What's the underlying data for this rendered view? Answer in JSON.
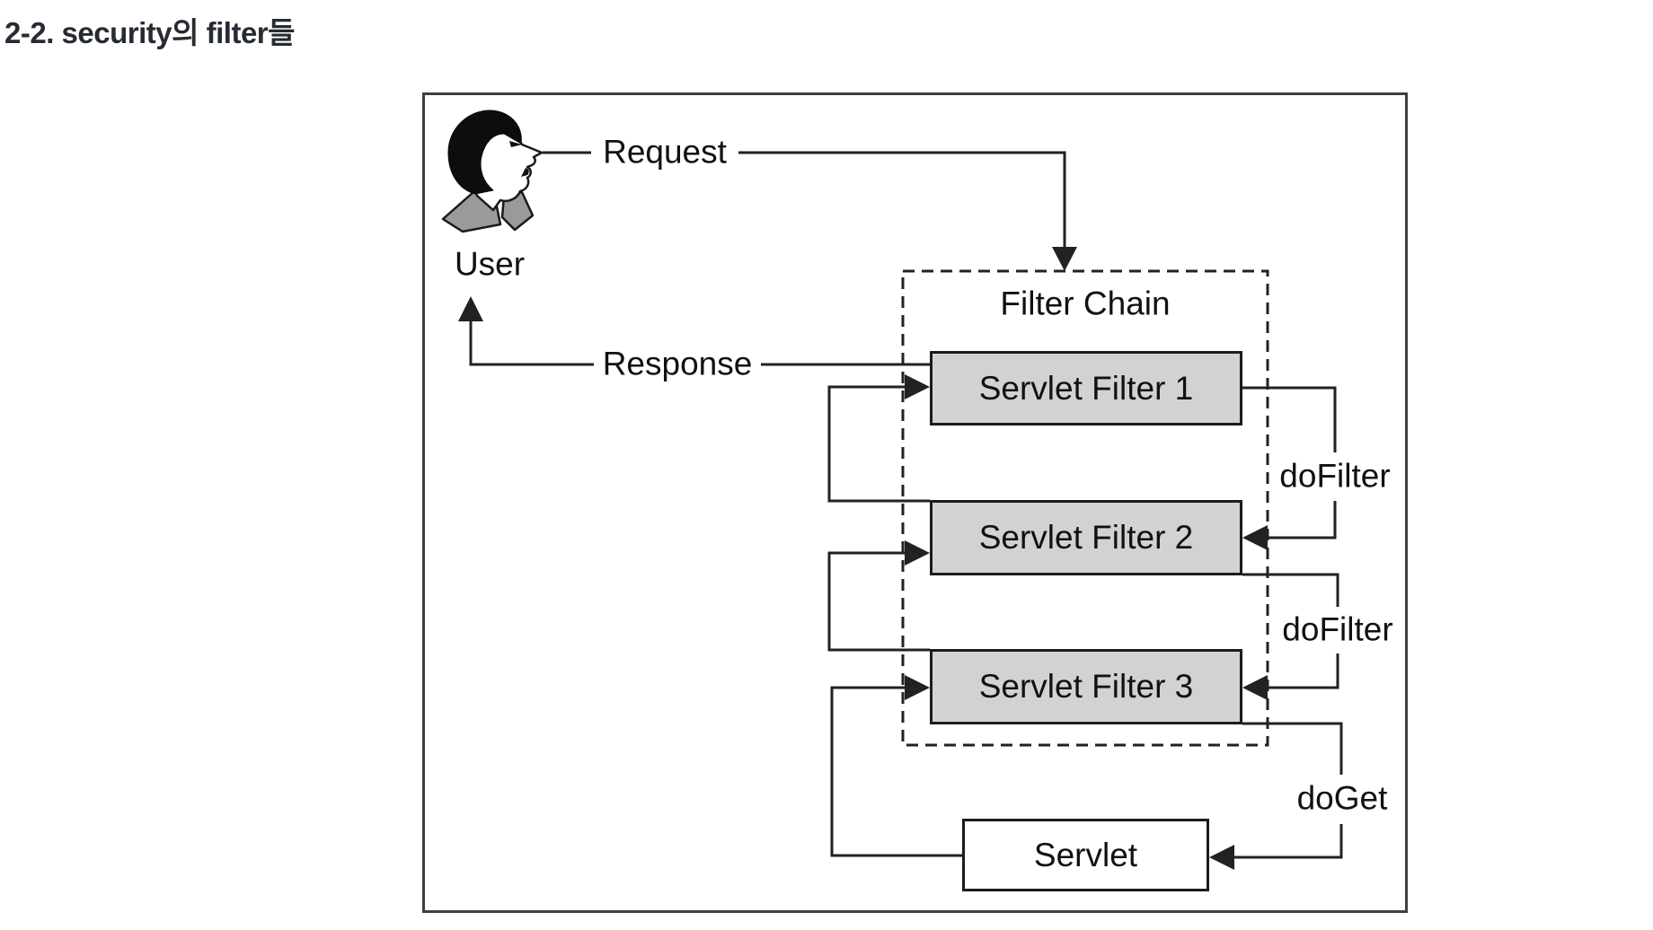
{
  "page": {
    "heading": "2-2. security의 filter들"
  },
  "diagram": {
    "user_label": "User",
    "request_label": "Request",
    "response_label": "Response",
    "filter_chain_label": "Filter Chain",
    "filters": [
      {
        "label": "Servlet Filter 1"
      },
      {
        "label": "Servlet Filter 2"
      },
      {
        "label": "Servlet Filter 3"
      }
    ],
    "servlet_label": "Servlet",
    "call_labels": {
      "dofilter_1": "doFilter",
      "dofilter_2": "doFilter",
      "doget": "doGet"
    },
    "colors": {
      "heading": "#262b33",
      "line": "#222222",
      "filter_box_fill": "#d2d2d2",
      "shoulder_gray": "#9a9a9a",
      "outer_border": "#3f3f3f"
    }
  }
}
